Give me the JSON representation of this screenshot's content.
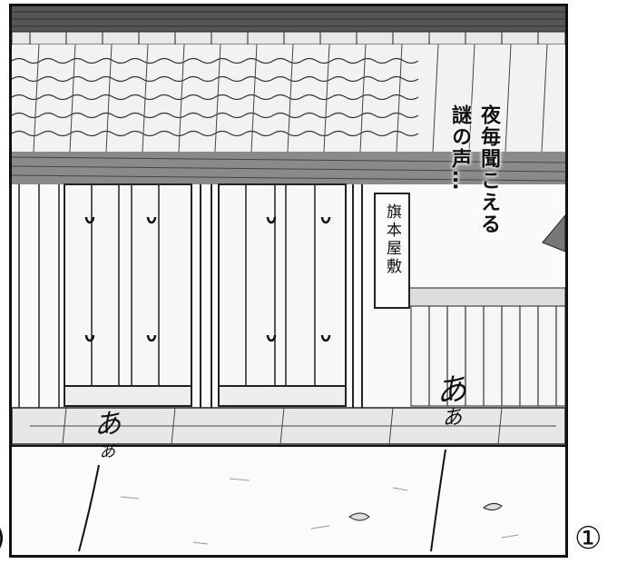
{
  "panel": {
    "narration_lines": [
      "夜毎聞こえる",
      "謎の声…"
    ],
    "sign_text": "旗本屋敷",
    "sfx_right_1": "あ",
    "sfx_right_2": "あ",
    "sfx_left_1": "あ",
    "sfx_left_2": "あ"
  },
  "page_number": "①",
  "page_number_left": ")",
  "colors": {
    "ink": "#111111",
    "paper": "#ffffff",
    "panel_border": "#111111"
  }
}
